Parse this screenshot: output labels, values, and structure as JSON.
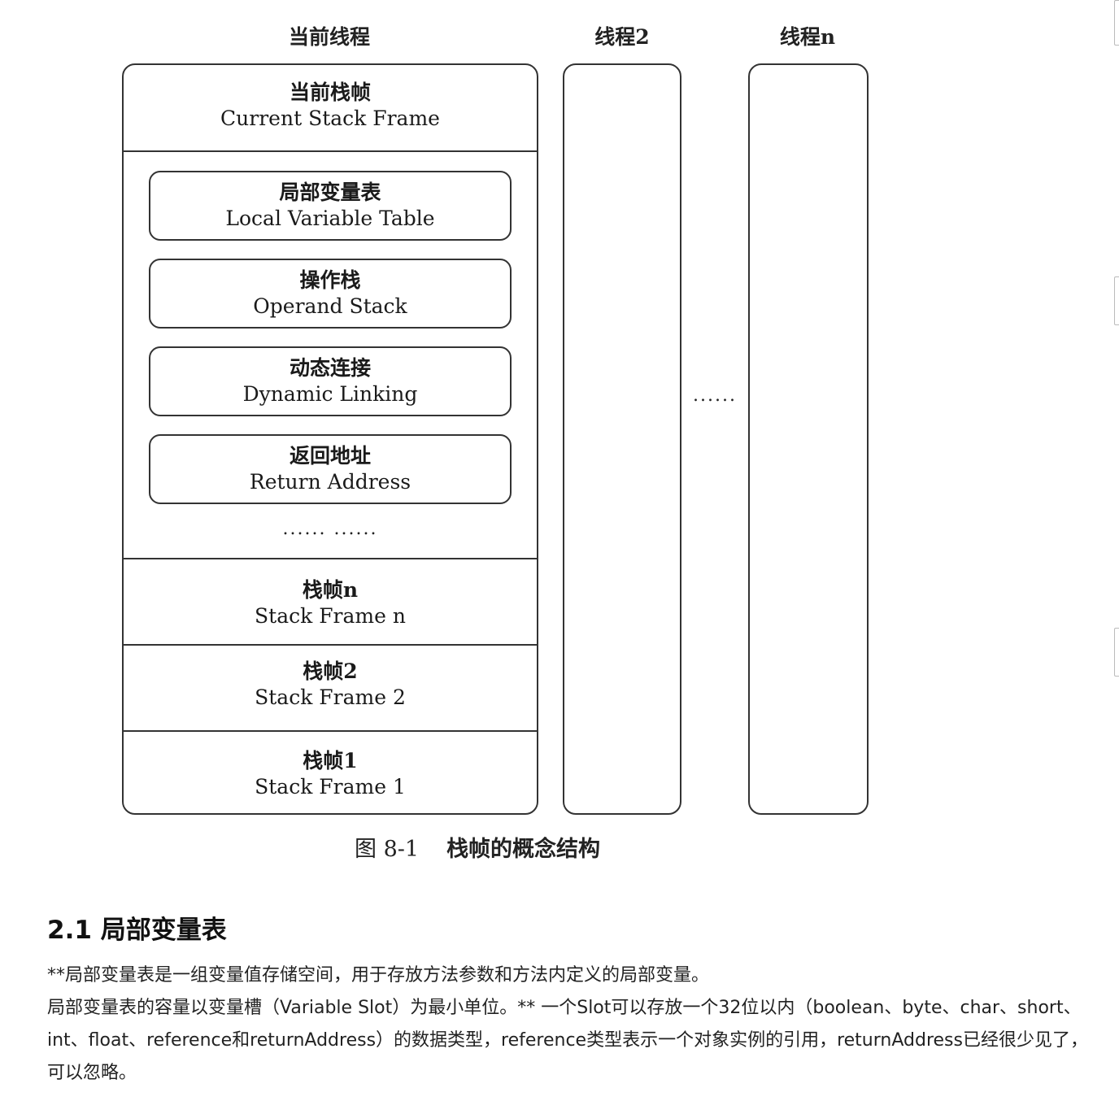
{
  "figure": {
    "threads": {
      "current": "当前线程",
      "second": "线程2",
      "nth": "线程n"
    },
    "current_frame": {
      "cn": "当前栈帧",
      "en": "Current Stack Frame"
    },
    "components": [
      {
        "cn": "局部变量表",
        "en": "Local Variable Table"
      },
      {
        "cn": "操作栈",
        "en": "Operand Stack"
      },
      {
        "cn": "动态连接",
        "en": "Dynamic Linking"
      },
      {
        "cn": "返回地址",
        "en": "Return Address"
      }
    ],
    "inner_ellipsis": "...... ......",
    "frames": [
      {
        "cn": "栈帧n",
        "en": "Stack Frame n"
      },
      {
        "cn": "栈帧2",
        "en": "Stack Frame 2"
      },
      {
        "cn": "栈帧1",
        "en": "Stack Frame 1"
      }
    ],
    "between_threads_ellipsis": "......",
    "caption_number": "图 8-1",
    "caption_title": "栈帧的概念结构"
  },
  "section": {
    "heading": "2.1 局部变量表",
    "para_line1": "**局部变量表是一组变量值存储空间，用于存放方法参数和方法内定义的局部变量。",
    "para_rest": "局部变量表的容量以变量槽（Variable Slot）为最小单位。** 一个Slot可以存放一个32位以内（boolean、byte、char、short、int、float、reference和returnAddress）的数据类型，reference类型表示一个对象实例的引用，returnAddress已经很少见了，可以忽略。"
  }
}
